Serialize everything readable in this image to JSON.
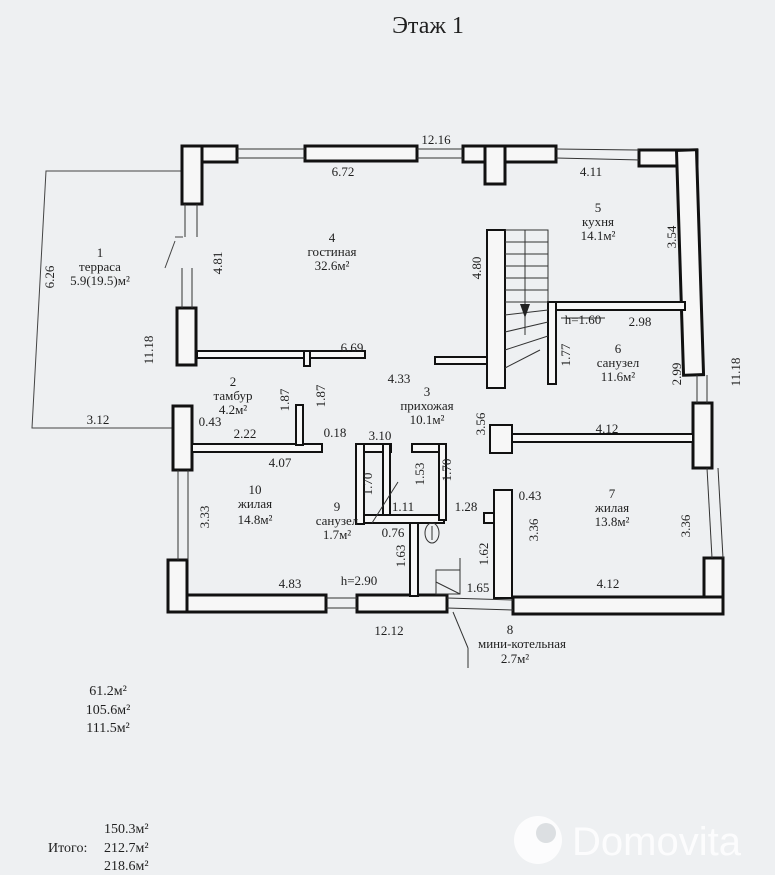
{
  "title": "Этаж 1",
  "rooms": [
    {
      "num": "1",
      "name": "терраса",
      "area": "5.9(19.5)м²"
    },
    {
      "num": "2",
      "name": "тамбур",
      "area": "4.2м²"
    },
    {
      "num": "3",
      "name": "прихожая",
      "area": "10.1м²"
    },
    {
      "num": "4",
      "name": "гостиная",
      "area": "32.6м²"
    },
    {
      "num": "5",
      "name": "кухня",
      "area": "14.1м²"
    },
    {
      "num": "6",
      "name": "санузел",
      "area": "11.6м²"
    },
    {
      "num": "7",
      "name": "жилая",
      "area": "13.8м²"
    },
    {
      "num": "8",
      "name": "мини-котельная",
      "area": "2.7м²"
    },
    {
      "num": "9",
      "name": "санузел",
      "area": "1.7м²"
    },
    {
      "num": "10",
      "name": "жилая",
      "area": "14.8м²"
    }
  ],
  "dimensions": {
    "top_total": "12.16",
    "top_left": "6.72",
    "top_right": "4.11",
    "bottom_total": "12.12",
    "bottom_left": "4.83",
    "bottom_right": "4.12",
    "right_total": "11.18",
    "left_total": "11.18",
    "terrace_side": "6.26",
    "terrace_bottom": "3.12",
    "d481": "4.81",
    "d480": "4.80",
    "d354": "3.54",
    "d299": "2.99",
    "d356": "3.56",
    "d336_left": "3.36",
    "d336_right": "3.36",
    "d333": "3.33",
    "d669": "6.69",
    "d433": "4.33",
    "d187a": "1.87",
    "d187b": "1.87",
    "d043a": "0.43",
    "d043b": "0.43",
    "d222": "2.22",
    "d018": "0.18",
    "d407": "4.07",
    "d310": "3.10",
    "d170a": "1.70",
    "d170b": "1.70",
    "d153": "1.53",
    "d111": "1.11",
    "d128": "1.28",
    "d076": "0.76",
    "d163": "1.63",
    "d162": "1.62",
    "d165": "1.65",
    "d412_mid": "4.12",
    "d177": "1.77",
    "d298": "2.98",
    "h_kitchen": "h=1.60",
    "h_bottom": "h=2.90"
  },
  "areas_left": [
    "61.2м²",
    "105.6м²",
    "111.5м²"
  ],
  "totals": {
    "line1": "150.3м²",
    "label": "Итого:",
    "line2": "212.7м²",
    "line3": "218.6м²"
  },
  "watermark": "Domovita"
}
